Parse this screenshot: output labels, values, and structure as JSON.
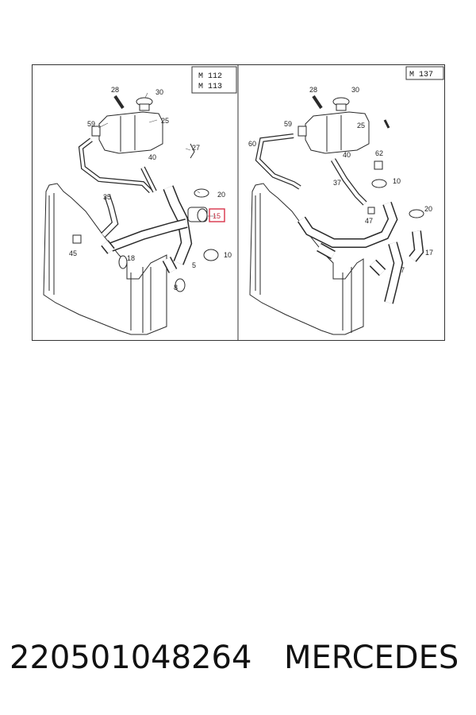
{
  "left_panel": {
    "engine_labels": [
      "M 112",
      "M 113"
    ],
    "part_labels": [
      "28",
      "30",
      "59",
      "25",
      "27",
      "40",
      "35",
      "20",
      "15",
      "45",
      "18",
      "5",
      "10",
      "8"
    ],
    "highlighted_part": "15"
  },
  "right_panel": {
    "engine_labels": [
      "M 137"
    ],
    "part_labels": [
      "28",
      "30",
      "59",
      "25",
      "60",
      "40",
      "62",
      "37",
      "10",
      "47",
      "20",
      "17",
      "7"
    ]
  },
  "footer": {
    "part_number": "220501048264",
    "brand": "MERCEDES"
  },
  "colors": {
    "highlight": "#d8344a",
    "lines": "#2a2a2a"
  }
}
